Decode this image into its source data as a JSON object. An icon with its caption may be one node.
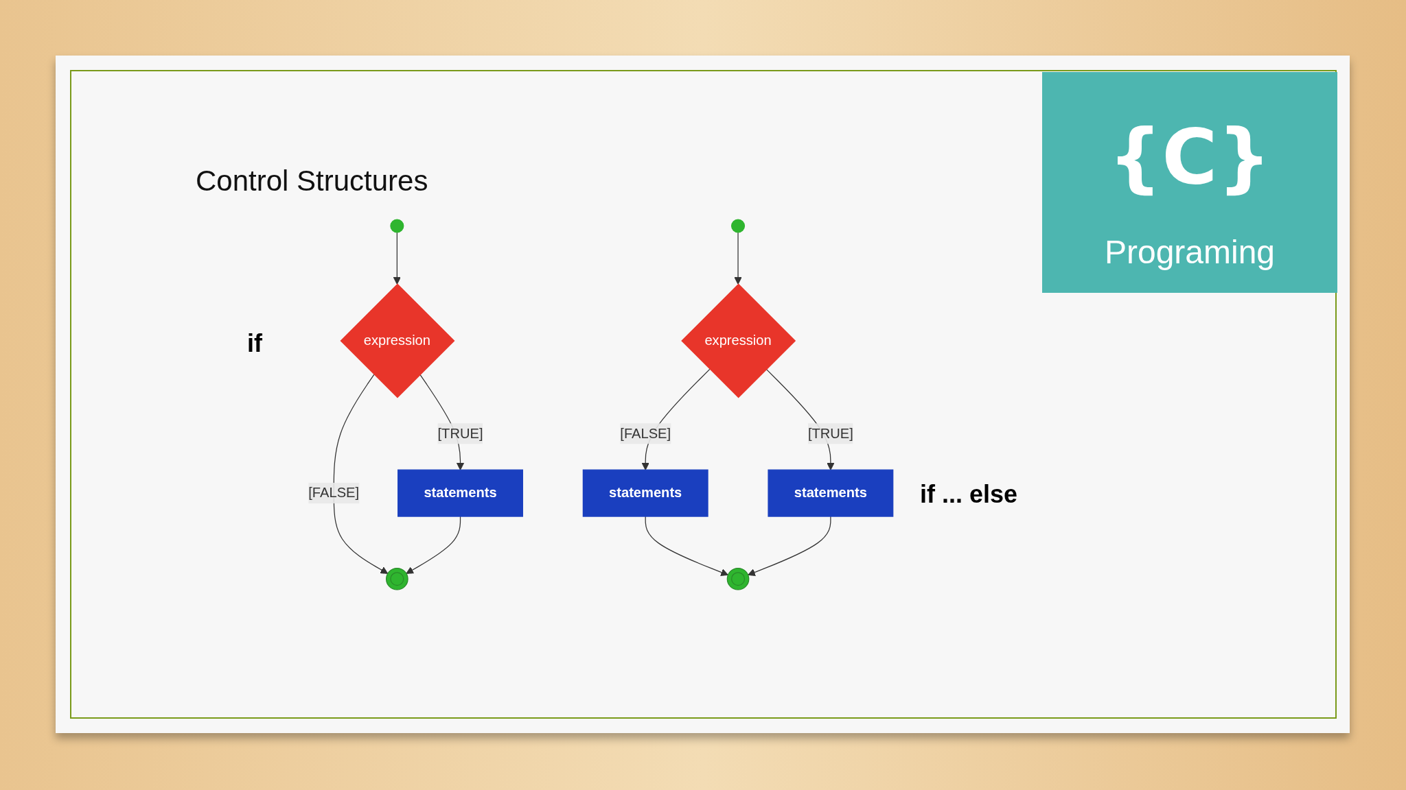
{
  "diagram": {
    "title": "Control Structures",
    "nodes": [
      {
        "text": [],
        "shape": "circle"
      },
      {
        "text": [
          "expression"
        ]
      },
      {
        "text": [
          "statements"
        ]
      },
      {
        "text": [],
        "shape": "circle"
      },
      {
        "text": [],
        "shape": "circle"
      },
      {
        "text": [
          "expression"
        ]
      },
      {
        "text": [
          "statements"
        ]
      },
      {
        "text": [
          "statements"
        ]
      },
      {
        "text": [],
        "shape": "circle"
      }
    ],
    "edges": [
      {
        "from": 0,
        "to": 1,
        "arrow": "to"
      },
      {
        "from": 1,
        "to": 2,
        "label": "[TRUE]",
        "arrow": "to"
      },
      {
        "from": 1,
        "to": 3,
        "label": "[FALSE]",
        "arrow": "to"
      },
      {
        "from": 2,
        "to": 3,
        "arrow": "to"
      },
      {
        "from": 4,
        "to": 5,
        "arrow": "to"
      },
      {
        "from": 5,
        "to": 6,
        "label": "[FALSE]",
        "arrow": "to"
      },
      {
        "from": 5,
        "to": 7,
        "label": "[TRUE]",
        "arrow": "to"
      },
      {
        "from": 6,
        "to": 8,
        "arrow": "to"
      },
      {
        "from": 7,
        "to": 8,
        "arrow": "to"
      }
    ],
    "labels": [
      "{C}",
      "Programing",
      "if",
      "if ... else"
    ]
  }
}
